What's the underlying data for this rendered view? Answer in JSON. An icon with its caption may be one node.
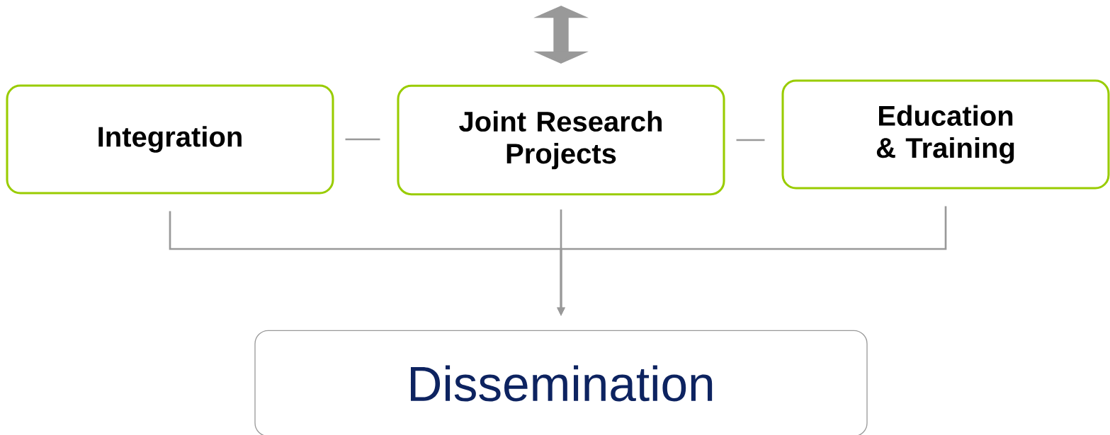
{
  "diagram": {
    "nodes": [
      {
        "text": [
          "Integration"
        ]
      },
      {
        "text": [
          "Joint Research Projects"
        ]
      },
      {
        "text": [
          "Education & Training"
        ]
      },
      {
        "text": [
          "Dissemination"
        ]
      }
    ],
    "edges": [
      {
        "from": 0,
        "to": 1,
        "arrow": "none"
      },
      {
        "from": 1,
        "to": 2,
        "arrow": "none"
      },
      {
        "from": 0,
        "to": 3,
        "arrow": "to"
      },
      {
        "from": 1,
        "to": 3,
        "arrow": "to"
      },
      {
        "from": 2,
        "to": 3,
        "arrow": "to"
      }
    ]
  }
}
